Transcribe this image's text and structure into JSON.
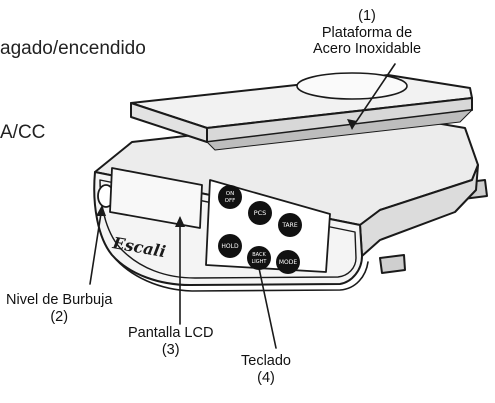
{
  "side_text": {
    "line1": "agado/encendido",
    "line2": "A/CC"
  },
  "callouts": {
    "platform": {
      "number": "(1)",
      "line1": "Plataforma de",
      "line2": "Acero Inoxidable"
    },
    "bubble_level": {
      "label": "Nivel de Burbuja",
      "number": "(2)"
    },
    "lcd": {
      "label": "Pantalla LCD",
      "number": "(3)"
    },
    "keypad": {
      "label": "Teclado",
      "number": "(4)"
    }
  },
  "brand": "Escali",
  "keys": {
    "on_off": "ON OFF",
    "pcs": "PCS",
    "tare": "TARE",
    "hold": "HOLD",
    "back_light": "BACK LIGHT",
    "mode": "MODE"
  },
  "colors": {
    "line": "#1a1a1a",
    "key_fill": "#111111",
    "key_text": "#ffffff",
    "platform_fill": "#f2f2f2",
    "body_fill": "#ececec",
    "shadow": "#bdbdbd"
  }
}
